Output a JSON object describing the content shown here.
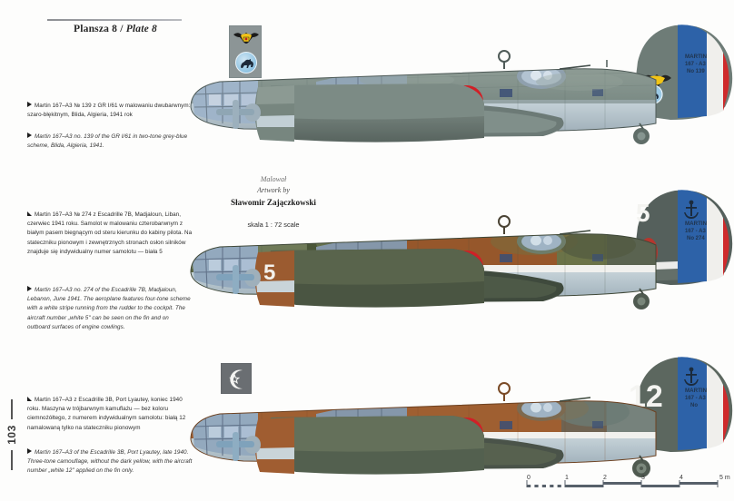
{
  "header": {
    "rule": true,
    "title_pl": "Plansza 8",
    "separator": "/",
    "title_en": "Plate 8"
  },
  "page_number": "103",
  "credit": {
    "line1": "Malował",
    "line2": "Artwork by",
    "line3": "Sławomir Zajączkowski",
    "scale": "skala 1 : 72 scale"
  },
  "captions": [
    {
      "id": "plate1-pl",
      "lang": "pl",
      "marker": "right-triangle",
      "text": "Martin 167–A3 № 139 z GR I/61 w malowaniu dwubarwnym: szaro-błękitnym, Blida, Algieria, 1941 rok"
    },
    {
      "id": "plate1-en",
      "lang": "en",
      "marker": "right-triangle",
      "text": "Martin 167–A3 no. 139 of the GR I/61 in two-tone grey-blue scheme, Blida, Algieria, 1941."
    },
    {
      "id": "plate2-pl",
      "lang": "pl",
      "marker": "up-triangle",
      "text": "Martin 167–A3 № 274 z Escadrille 7B, Madjaloun, Liban, czerwiec 1941 roku. Samolot w malowaniu czterobarwnym z białym pasem biegnącym od steru kierunku do kabiny pilota. Na stateczniku pionowym i zewnętrznych stronach osłon silników znajduje się indywidualny numer samolotu — biała 5"
    },
    {
      "id": "plate2-en",
      "lang": "en",
      "marker": "right-triangle",
      "text": "Martin 167–A3 no. 274 of the Escadrille 7B, Madjaloun, Lebanon, June 1941. The aeroplane features four-tone scheme with a white stripe running from the rudder to the cockpit. The aircraft number „white 5\" can be seen on the fin and on outboard surfaces of engine cowlings."
    },
    {
      "id": "plate3-pl",
      "lang": "pl",
      "marker": "up-triangle",
      "text": "Martin 167–A3 z Escadrille 3B, Port Lyautey, koniec 1940 roku. Maszyna w trójbarwnym kamuflażu — bez koloru ciemnożółtego, z numerem indywidualnym samolotu: białą 12 namalowaną tylko na stateczniku pionowym"
    },
    {
      "id": "plate3-en",
      "lang": "en",
      "marker": "right-triangle",
      "text": "Martin 167–A3 of the Escadrille 3B, Port Lyautey, late 1940. Three-tone camouflage, without the dark yellow, with the aircraft number „white 12\" applied on the fin only."
    }
  ],
  "badges": [
    {
      "id": "badge-plate1",
      "icons": [
        "bat-eagle-icon",
        "horse-roundel-icon"
      ],
      "background": "#8c9596"
    },
    {
      "id": "badge-plate3",
      "icons": [
        "crescent-star-icon"
      ],
      "background": "#6a6e72"
    }
  ],
  "aircraft": [
    {
      "id": "plane-1",
      "type": "Martin 167-A3",
      "serial": "139",
      "unit": "GR I/61",
      "fin_number": "",
      "tail_text": [
        "MARTIN",
        "167 - A3",
        "No 139"
      ],
      "scheme": "two-tone grey-blue",
      "colors": {
        "upper": "#7c8b85",
        "upper2": "#6d7a77",
        "lower": "#b9c6cd",
        "engine": "#6f7d7a",
        "glass": "#aebfd0"
      },
      "roundel": {
        "outer": "#d02027",
        "mid": "#f2f2f2",
        "inner": "#1863a8"
      },
      "rudder": {
        "blue": "#2d62a8",
        "white": "#f0f0ee",
        "red": "#cf2a2c"
      }
    },
    {
      "id": "plane-2",
      "type": "Martin 167-A3",
      "serial": "274",
      "unit": "Escadrille 7B",
      "fin_number": "5",
      "cowl_number": "5",
      "tail_text": [
        "MARTIN",
        "167 - A3",
        "No 274"
      ],
      "scheme": "four-tone camouflage with white stripe",
      "colors": {
        "upper": "#4d5a3f",
        "upper2": "#8a5733",
        "upper3": "#6a6f4e",
        "lower": "#b9c6cd",
        "engine": "#9b5b30",
        "glass": "#9fb3c6",
        "stripe": "#f3f2ee"
      },
      "roundel": {
        "outer": "#d02027",
        "mid": "#f2f2f2",
        "inner": "#1863a8"
      },
      "rudder": {
        "blue": "#2d62a8",
        "white": "#f0f0ee",
        "red": "#cf2a2c"
      }
    },
    {
      "id": "plane-3",
      "type": "Martin 167-A3",
      "serial": "",
      "unit": "Escadrille 3B",
      "fin_number": "12",
      "tail_text": [
        "MARTIN",
        "167 - A3",
        "No"
      ],
      "scheme": "three-tone camouflage without dark yellow",
      "colors": {
        "upper": "#9a5a30",
        "upper2": "#7b8b86",
        "upper3": "#6d6052",
        "lower": "#b9c6cd",
        "engine": "#a05d31",
        "glass": "#9fb3c6",
        "stripe": "#f3f2ee"
      },
      "roundel": {
        "outer": "#d02027",
        "mid": "#f2f2f2",
        "inner": "#1863a8"
      },
      "rudder": {
        "blue": "#2d62a8",
        "white": "#f0f0ee",
        "red": "#cf2a2c"
      }
    }
  ],
  "scale_bar": {
    "unit_label": "5 m",
    "ticks": [
      "0",
      "1",
      "2",
      "3",
      "4"
    ],
    "range_min": 0,
    "range_max": 5
  }
}
